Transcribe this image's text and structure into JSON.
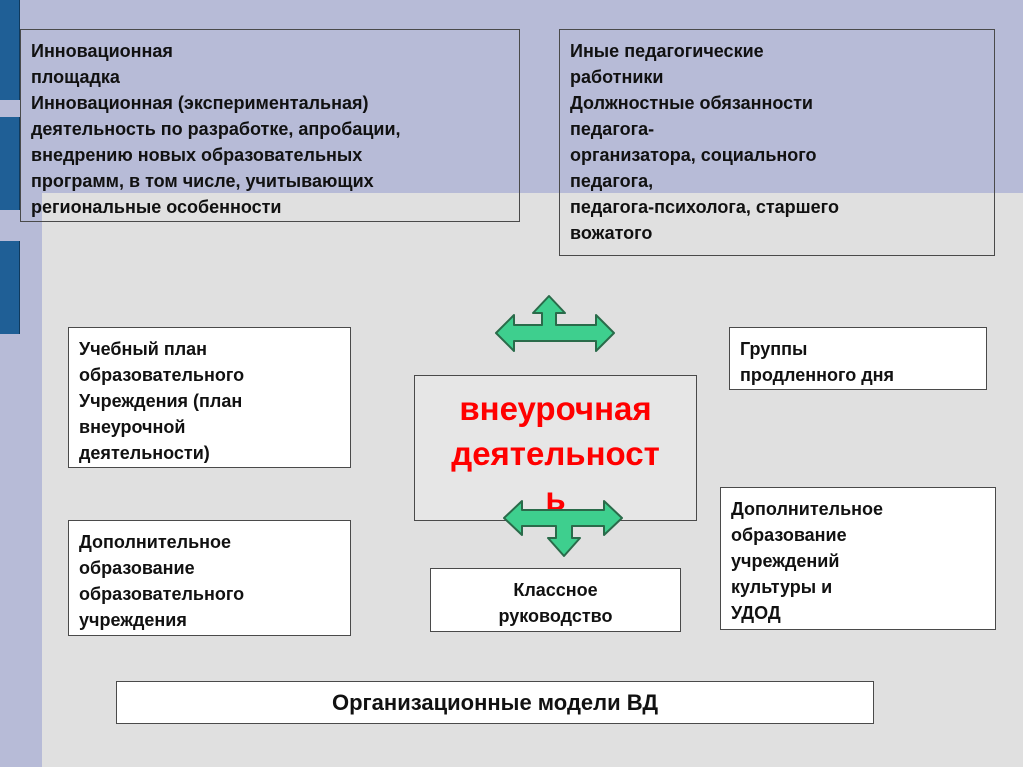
{
  "top_left_box": "Инновационная\nплощадка\nИнновационная (экспериментальная)\nдеятельность по разработке, апробации,\nвнедрению новых образовательных\nпрограмм, в том числе, учитывающих\nрегиональные особенности",
  "top_right_box": "Иные педагогические\nработники\nДолжностные обязанности\nпедагога-\nорганизатора, социального\nпедагога,\nпедагога-психолога, старшего\nвожатого",
  "curriculum_box": "Учебный план\nобразовательного\nУчреждения (план\nвнеурочной\nдеятельности)",
  "extended_day_box": "Группы\nпродленного дня",
  "center_box": "внеурочная\nдеятельност\nь",
  "additional_education_school_box": "Дополнительное\nобразование\nобразовательного\nучреждения",
  "class_leadership_box": "Классное\nруководство",
  "additional_education_culture_box": "Дополнительное\nобразование\nучреждений\nкультуры и\nУДОД",
  "footer_title": "Организационные модели ВД",
  "colors": {
    "arrow_fill": "#3ecf8e",
    "arrow_stroke": "#2a6b4a",
    "center_text": "#ff0000",
    "tab": "#1f5f96",
    "band": "#b7bbd7"
  }
}
